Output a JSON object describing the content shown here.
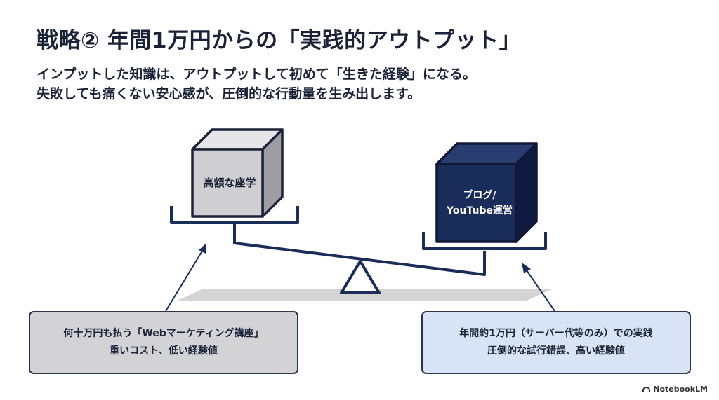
{
  "header": {
    "title": "戦略② 年間1万円からの「実践的アウトプット」",
    "subtitle_line1": "インプットした知識は、アウトプットして初めて「生きた経験」になる。",
    "subtitle_line2": "失敗しても痛くない安心感が、圧倒的な行動量を生み出します。"
  },
  "diagram": {
    "left_box_label": "高額な座学",
    "right_box_line1": "ブログ/",
    "right_box_line2": "YouTube運営"
  },
  "callouts": {
    "left_line1": "何十万円も払う「Webマーケティング講座」",
    "left_line2": "重いコスト、低い経験値",
    "right_line1": "年間約1万円（サーバー代等のみ）での実践",
    "right_line2": "圧倒的な試行錯誤、高い経験値"
  },
  "footer": {
    "brand": "NotebookLM"
  },
  "colors": {
    "navy": "#1a2d5a",
    "dark_text": "#1a2238",
    "gray_box": "#cfcfd1",
    "left_callout_bg": "#d3d3d5",
    "right_callout_bg": "#d8e4f6"
  }
}
